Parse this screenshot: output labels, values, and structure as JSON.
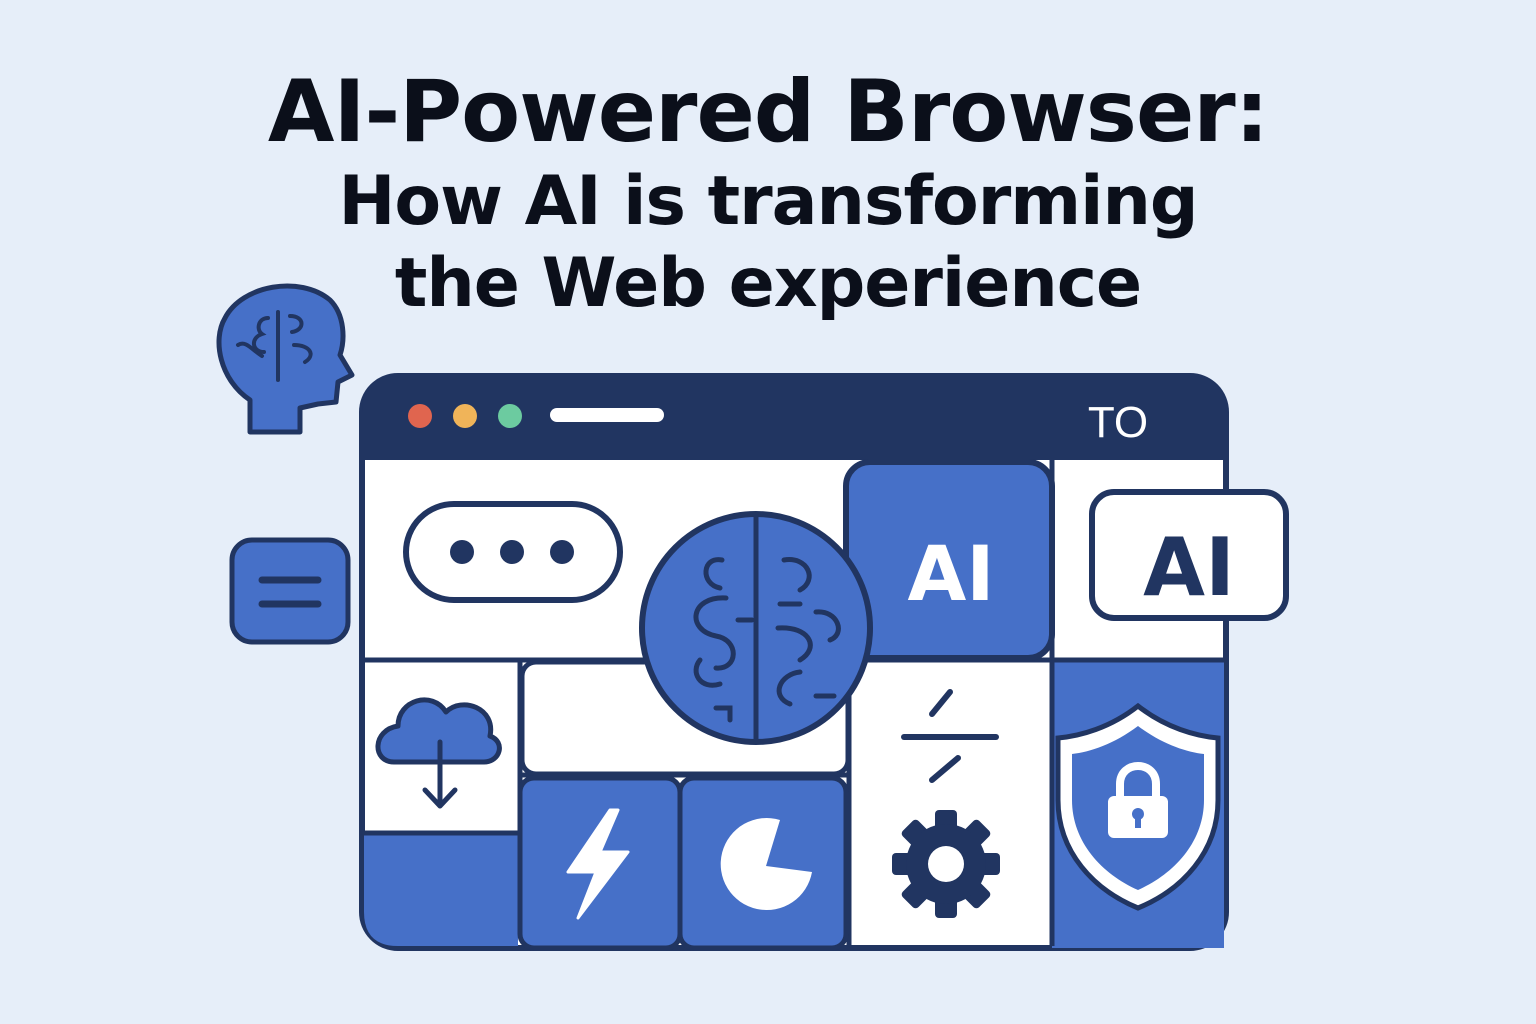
{
  "heading": {
    "line1": "AI-Powered Browser:",
    "line2": "How AI is transforming",
    "line3": "the Web experience"
  },
  "browser": {
    "titlebar_text": "TO",
    "ai_tile_label": "AI",
    "ai_badge_label": "AI"
  },
  "colors": {
    "background": "#e6eef9",
    "navy": "#213561",
    "blue": "#4670c8",
    "white": "#ffffff",
    "dot_red": "#e0654f",
    "dot_yellow": "#f0b459",
    "dot_green": "#6ccba0"
  },
  "icons": [
    "brain-head-icon",
    "menu-icon",
    "chat-dots-icon",
    "brain-icon",
    "cloud-download-icon",
    "lightning-icon",
    "pie-icon",
    "divide-icon",
    "gear-icon",
    "shield-lock-icon"
  ]
}
